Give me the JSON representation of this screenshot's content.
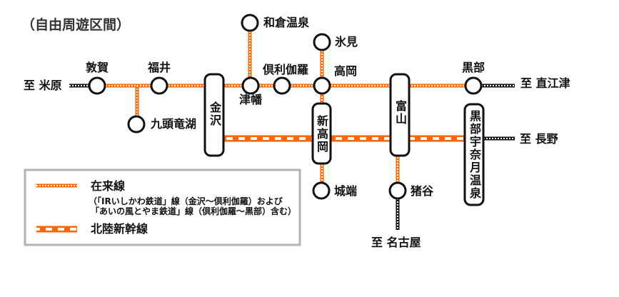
{
  "title": "（自由周遊区間）",
  "colors": {
    "conventional_line": "#ff6600",
    "shinkansen_line": "#ff6600",
    "other_line": "#111111",
    "legend_border": "#b3b3b3"
  },
  "stations": {
    "tsuruga": "敦賀",
    "fukui": "福井",
    "kuzuryuko": "九頭竜湖",
    "kanazawa": "金沢",
    "tsubata": "津幡",
    "kurikara": "倶利伽羅",
    "wakura_onsen": "和倉温泉",
    "himi": "氷見",
    "takaoka": "高岡",
    "shin_takaoka": "新高岡",
    "johana": "城端",
    "toyama": "富山",
    "inotani": "猪谷",
    "kurobe": "黒部",
    "kurobe_unazuki_onsen": "黒部宇奈月温泉"
  },
  "destinations": {
    "maibara": "至 米原",
    "naoetsu": "至 直江津",
    "nagano": "至 長野",
    "nagoya": "至 名古屋"
  },
  "legend": {
    "conventional_label": "在来線",
    "conventional_note_1": "（「IRいしかわ鉄道」線（金沢〜倶利伽羅）および",
    "conventional_note_2": "「あいの風とやま鉄道」線（倶利伽羅〜黒部）含む）",
    "shinkansen_label": "北陸新幹線"
  }
}
